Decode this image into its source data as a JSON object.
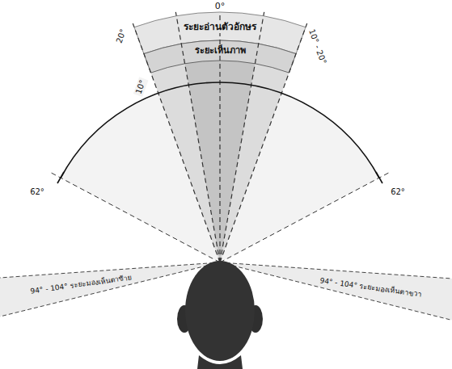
{
  "diagram": {
    "labels": [
      "0°",
      "ระยะอ่านตัวอักษร",
      "ระยะเห็นภาพ",
      "20°",
      "10°",
      "10° - 20°",
      "62°",
      "62°",
      "94° - 104° ระยะมองเห็นตาซ้าย",
      "94° - 104° ระยะมองเห็นตาขวา"
    ]
  }
}
